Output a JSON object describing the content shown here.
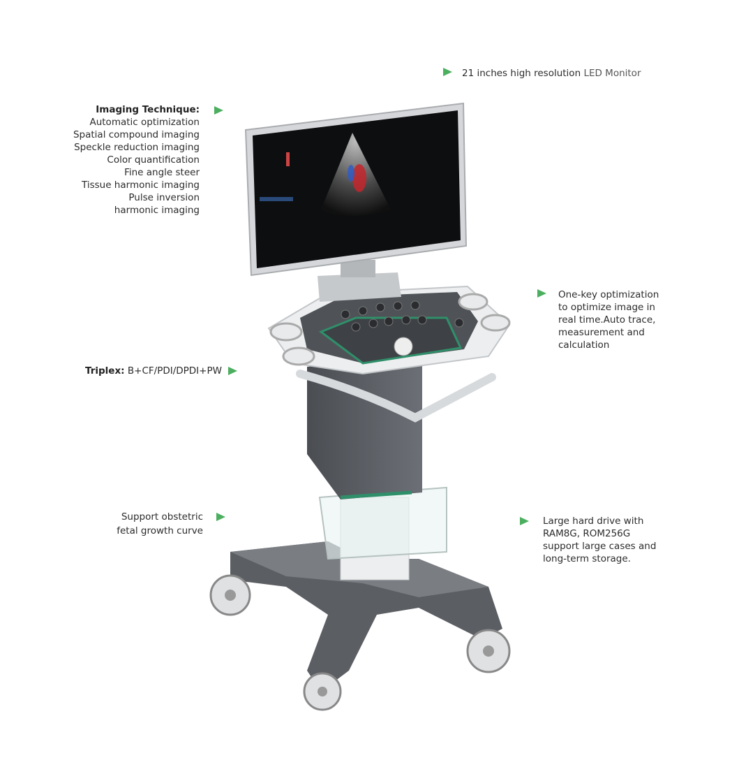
{
  "accent_color": "#4caf5f",
  "icons": {
    "bullet": "green-triangle-arrow-icon"
  },
  "callouts": {
    "monitor": {
      "prefix": "21 inches high resolution",
      "suffix": "LED Monitor"
    },
    "imaging": {
      "title": "Imaging Technique:",
      "items": [
        "Automatic optimization",
        "Spatial compound imaging",
        "Speckle reduction imaging",
        "Color quantification",
        "Fine angle steer",
        "Tissue harmonic imaging",
        "Pulse inversion",
        "harmonic imaging"
      ]
    },
    "one_key": {
      "lines": [
        "One-key optimization",
        "to optimize image in",
        "real time.Auto trace,",
        "measurement and",
        "calculation"
      ]
    },
    "triplex": {
      "label": "Triplex:",
      "value": "B+CF/PDI/DPDI+PW"
    },
    "obstetric": {
      "lines": [
        "Support obstetric",
        "fetal growth curve"
      ]
    },
    "storage": {
      "lines": [
        "Large hard drive with",
        "RAM8G, ROM256G",
        "support large cases and",
        "long-term storage."
      ]
    }
  }
}
